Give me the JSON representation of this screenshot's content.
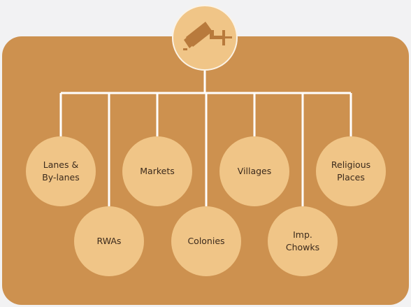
{
  "root": {
    "icon": "cctv-camera-icon"
  },
  "nodes": [
    {
      "label": "Lanes &\nBy-lanes"
    },
    {
      "label": "RWAs"
    },
    {
      "label": "Markets"
    },
    {
      "label": "Colonies"
    },
    {
      "label": "Villages"
    },
    {
      "label": "Imp.\nChowks"
    },
    {
      "label": "Religious\nPlaces"
    }
  ],
  "colors": {
    "background": "#f2f2f3",
    "panel": "#cd914f",
    "node_fill": "#f0c587",
    "connector": "#ffffff",
    "icon": "#b87a3c"
  }
}
